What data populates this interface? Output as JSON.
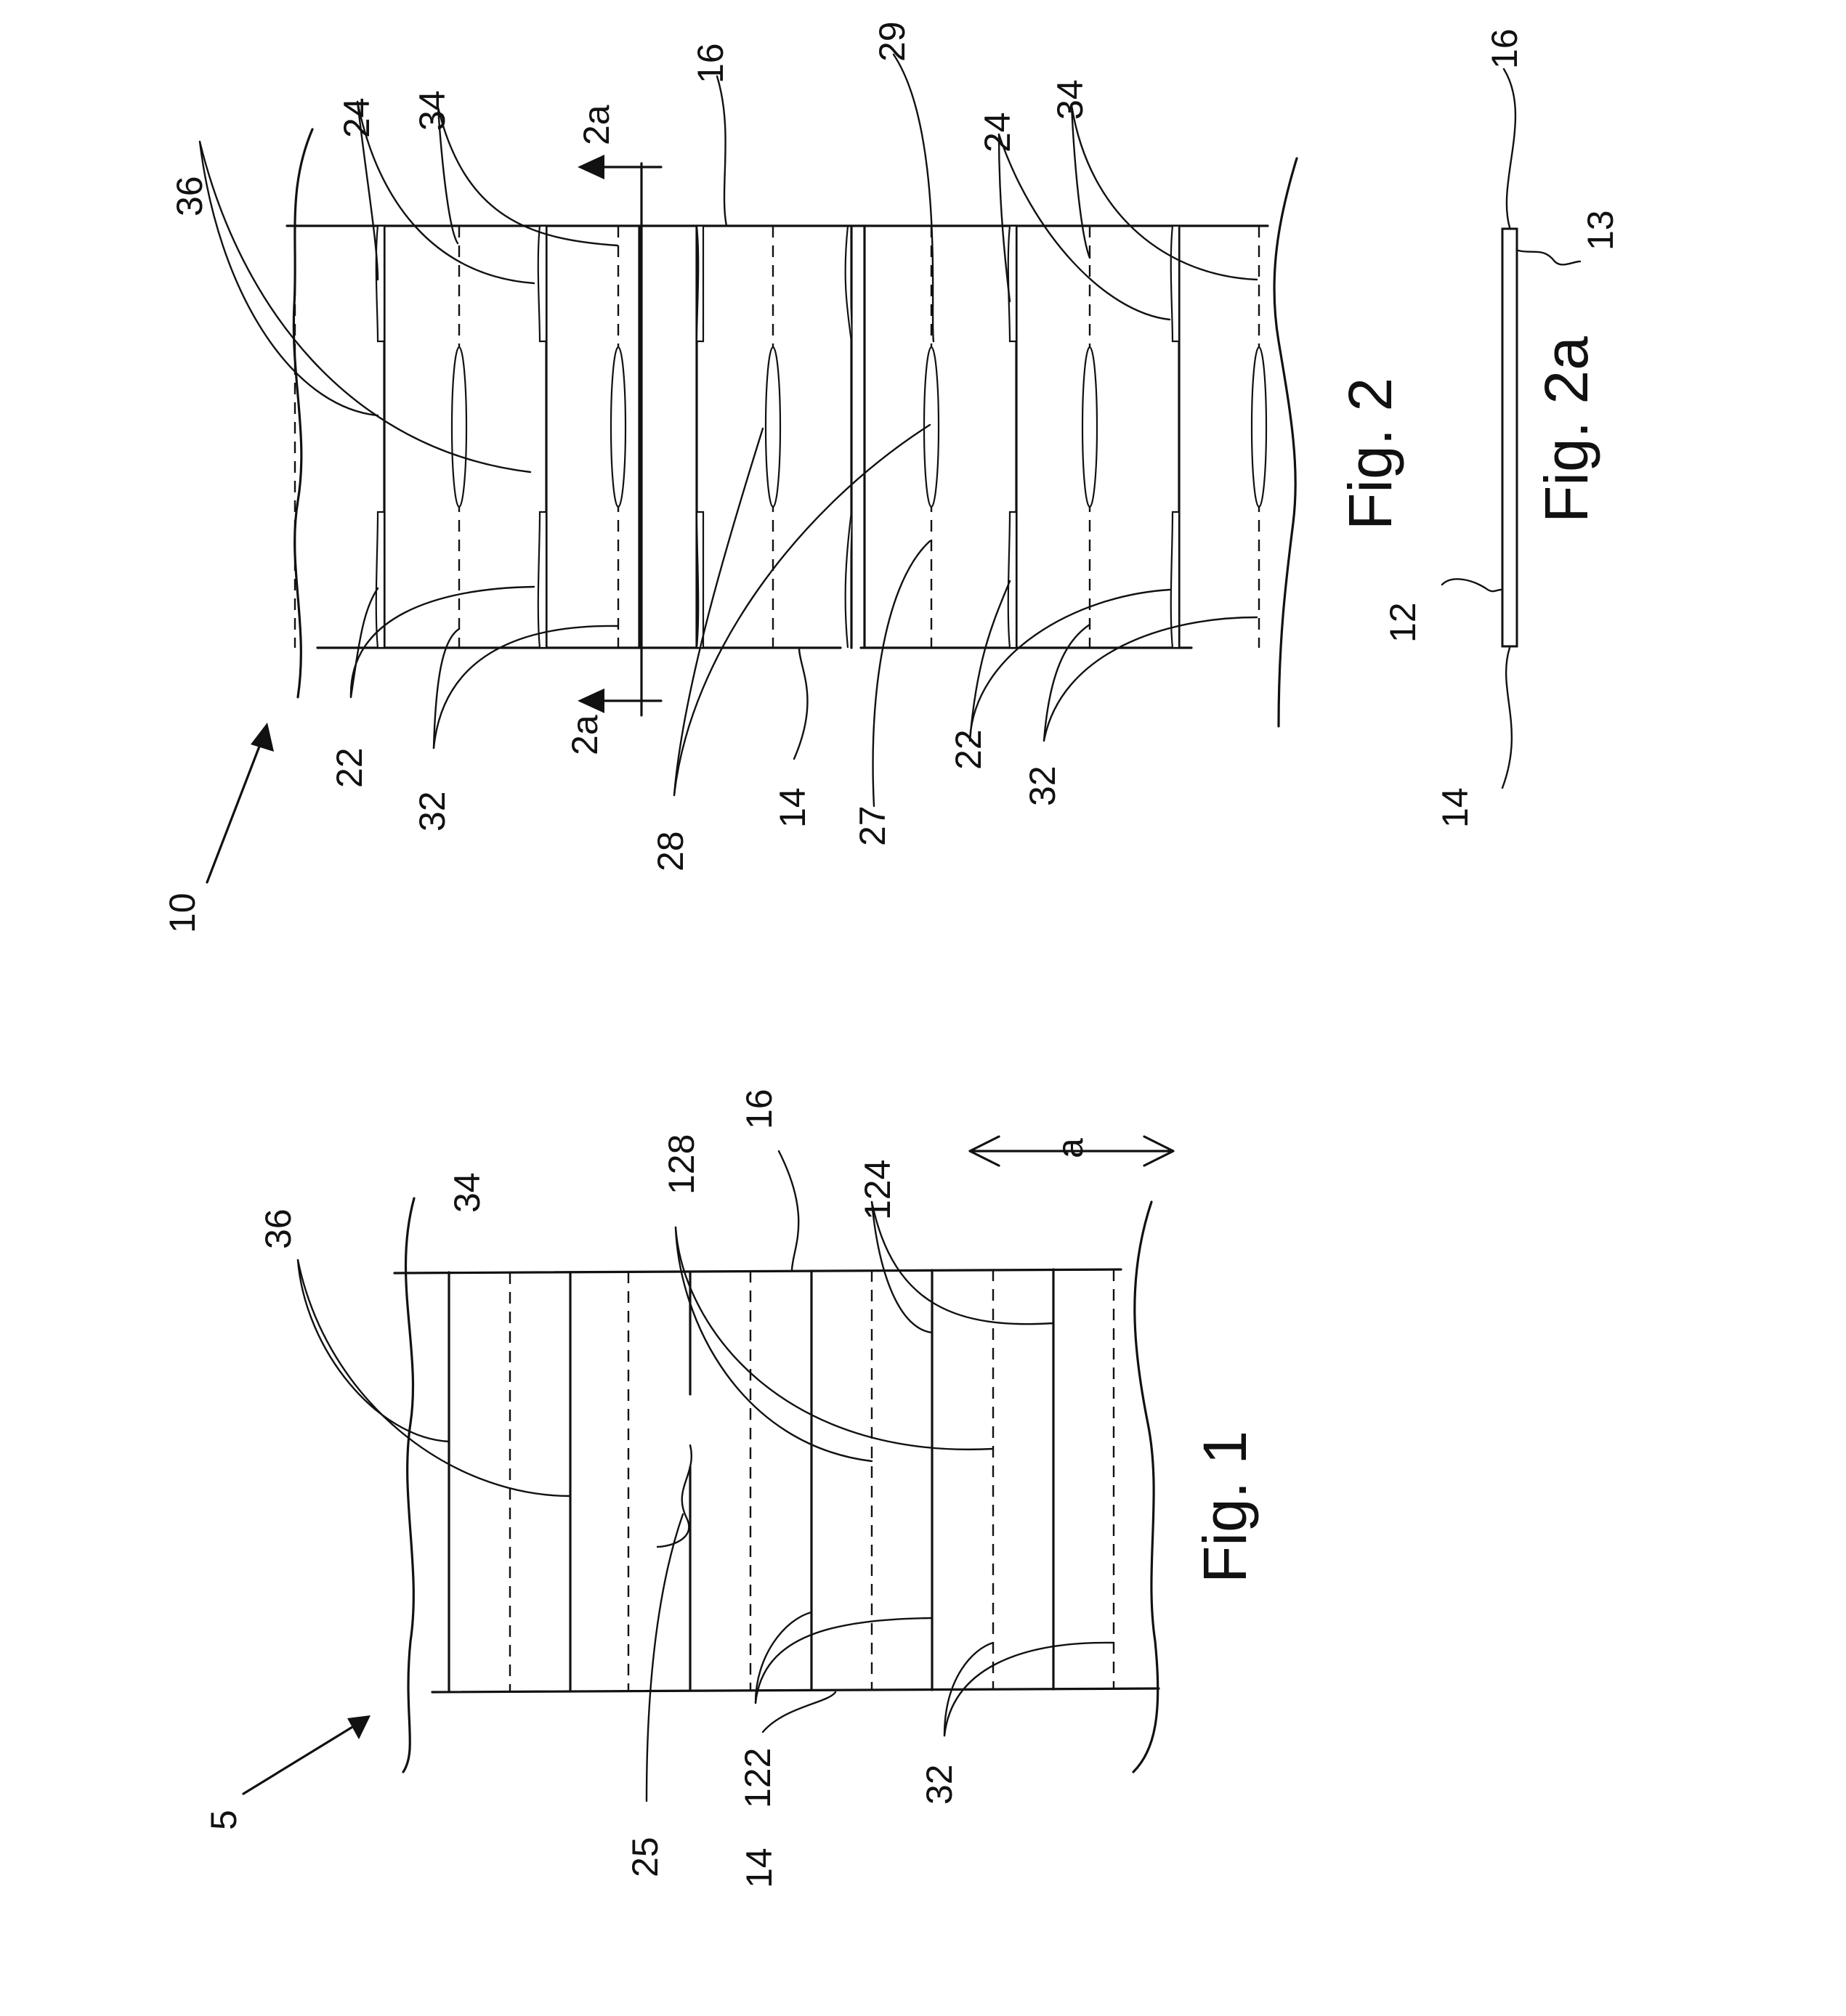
{
  "figures": {
    "fig1": {
      "caption": "Fig. 1"
    },
    "fig2": {
      "caption": "Fig. 2"
    },
    "fig2a": {
      "caption": "Fig. 2a"
    }
  },
  "labels": {
    "fig1": {
      "ref_5": "5",
      "ref_36": "36",
      "ref_34": "34",
      "ref_128": "128",
      "ref_16": "16",
      "ref_124": "124",
      "ref_a": "a",
      "ref_25": "25",
      "ref_14": "14",
      "ref_122": "122",
      "ref_32": "32"
    },
    "fig2": {
      "ref_10": "10",
      "ref_36": "36",
      "ref_24_left": "24",
      "ref_34_left": "34",
      "ref_2a_top": "2a",
      "ref_16": "16",
      "ref_29": "29",
      "ref_24_right": "24",
      "ref_34_right": "34",
      "ref_22_left": "22",
      "ref_32_left": "32",
      "ref_2a_bottom": "2a",
      "ref_28": "28",
      "ref_14": "14",
      "ref_27": "27",
      "ref_22_right": "22",
      "ref_32_right": "32"
    },
    "fig2a": {
      "ref_16": "16",
      "ref_13": "13",
      "ref_12": "12",
      "ref_14": "14"
    }
  }
}
